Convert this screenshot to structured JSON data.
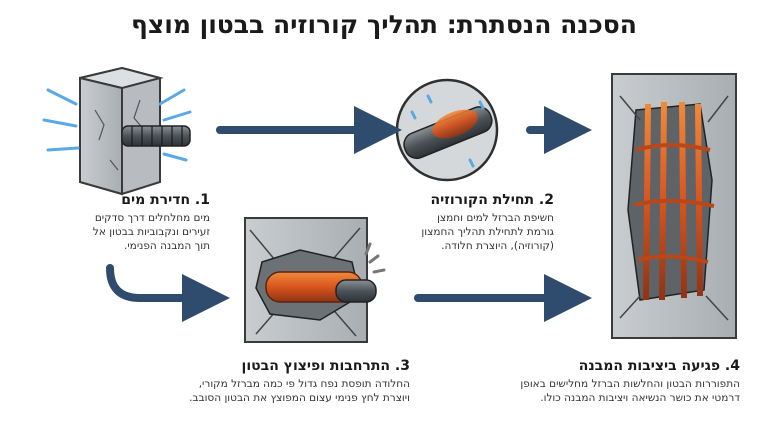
{
  "title": "הסכנה הנסתרת: תהליך קורוזיה בבטון מוצף",
  "steps": [
    {
      "heading": "1. חדירת מים",
      "lines": [
        "מים מחלחלים דרך סדקים",
        "זעירים ונקבוביות בבטון אל",
        "תוך המבנה הפנימי."
      ]
    },
    {
      "heading": "2. תחילת הקורוזיה",
      "lines": [
        "חשיפת הברזל למים וחמצן",
        "גורמת לתחילת תהליך החמצון",
        "(קורוזיה), היוצרת חלודה."
      ]
    },
    {
      "heading": "3. התרחבות ופיצוץ הבטון",
      "lines": [
        "החלודה תופסת נפח גדול פי כמה מברזל מקורי,",
        "ויוצרת לחץ פנימי עצום המפוצץ את הבטון הסובב."
      ]
    },
    {
      "heading": "4. פגיעה ביציבות המבנה",
      "lines": [
        "התפוררות הבטון והחלשות הברזל מחלישים באופן",
        "דרמטי את כושר הנשיאה ויציבות המבנה כולו."
      ]
    }
  ]
}
